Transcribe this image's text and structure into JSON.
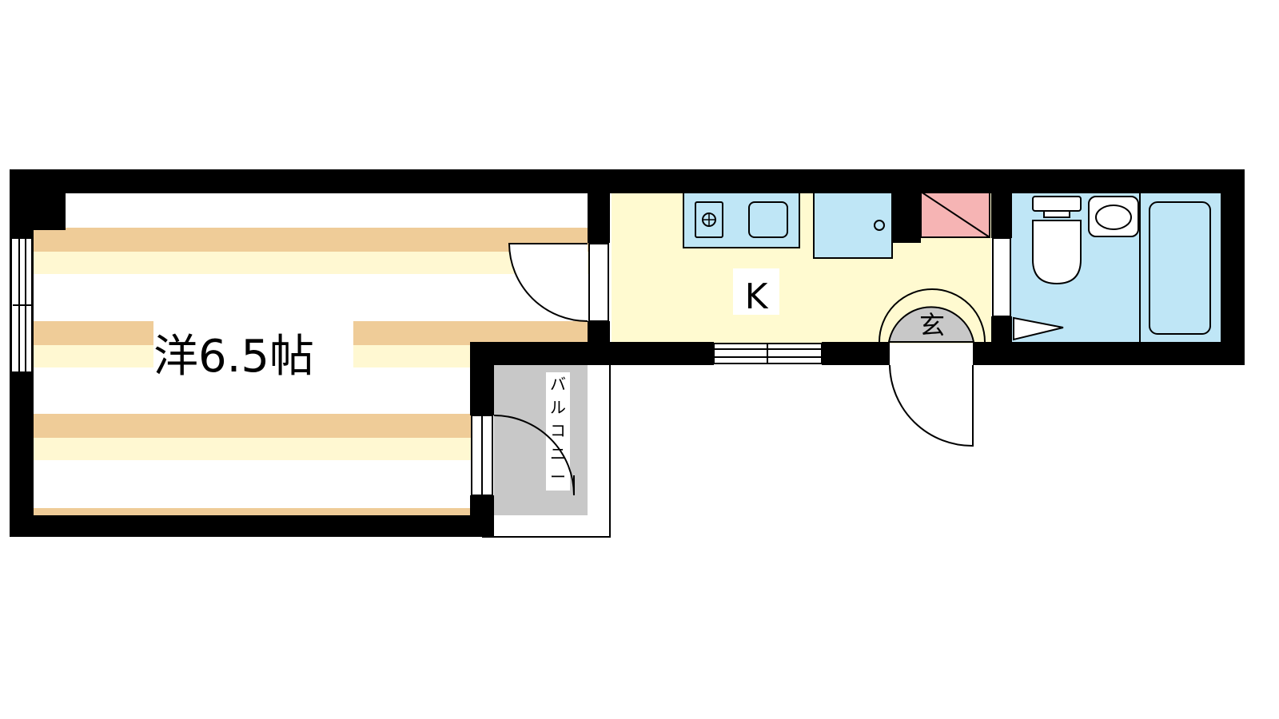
{
  "rooms": {
    "western_room": {
      "label": "洋6.5帖"
    },
    "kitchen": {
      "label": "K"
    },
    "entrance": {
      "label": "玄"
    },
    "balcony": {
      "label": "バルコニー",
      "chars": [
        "バ",
        "ル",
        "コ",
        "ニ",
        "ー"
      ]
    }
  },
  "colors": {
    "wall": "#000000",
    "floor_stripe_dark": "#efcc98",
    "floor_stripe_light": "#fff8d2",
    "kitchen_floor": "#fffad0",
    "bath_blue": "#bfe6f6",
    "closet_pink": "#f6b4b4",
    "entrance_gray": "#c8c8c8",
    "balcony_gray": "#c8c8c8"
  },
  "fixtures": [
    "stove-icon",
    "sink-icon",
    "fridge-space",
    "shoe-closet",
    "toilet-icon",
    "washbasin-icon",
    "bathtub-icon"
  ]
}
